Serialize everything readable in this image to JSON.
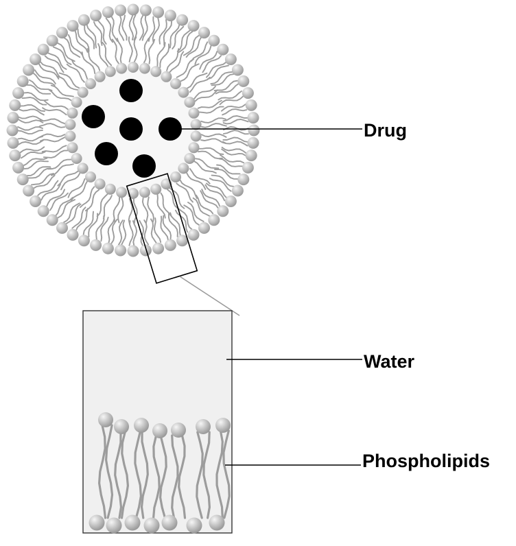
{
  "labels": {
    "drug": "Drug",
    "water": "Water",
    "phospholipids": "Phospholipids"
  },
  "colors": {
    "head_light": "#f4f4f4",
    "head_dark": "#9a9a9a",
    "tail": "#9c9c9c",
    "core_fill": "#f7f7f7",
    "panel_fill": "#f0f0f0",
    "drug": "#000000",
    "line": "#000000"
  },
  "liposome": {
    "drug_particle_count": 6,
    "outer_head_count": 60,
    "inner_head_count": 34
  },
  "bilayer_panel": {
    "top_head_count": 7,
    "bottom_head_count": 7
  }
}
